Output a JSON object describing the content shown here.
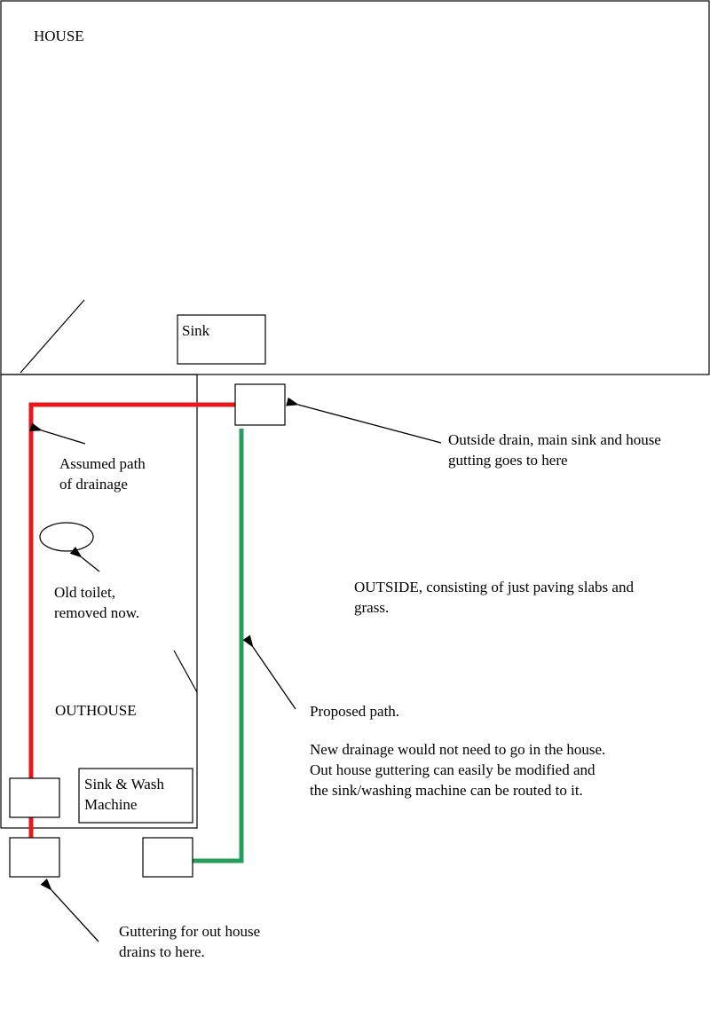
{
  "colors": {
    "assumed_path": "#e8171d",
    "proposed_path": "#279d5c",
    "outline": "#000000",
    "background": "#ffffff"
  },
  "labels": {
    "house": "HOUSE",
    "sink": "Sink",
    "outhouse": "OUTHOUSE",
    "sink_wash_machine": [
      "Sink & Wash",
      "Machine"
    ],
    "outside_drain_note": [
      "Outside drain, main sink and house",
      "gutting goes to here"
    ],
    "assumed_path_note": [
      "Assumed path",
      "of drainage"
    ],
    "old_toilet_note": [
      "Old toilet,",
      "removed now."
    ],
    "outside_area_note": [
      "OUTSIDE, consisting of just paving slabs and",
      "grass."
    ],
    "proposed_path_title": "Proposed path.",
    "proposed_path_desc": [
      "New drainage would not need to go in the house.",
      "Out house guttering can easily be modified and",
      "the sink/washing machine can be routed to it."
    ],
    "guttering_note": [
      "Guttering for out house",
      "drains to here."
    ]
  }
}
